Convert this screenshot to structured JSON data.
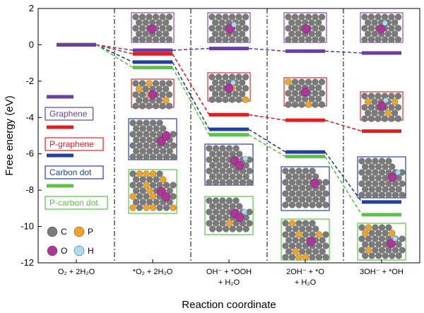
{
  "chart_data": {
    "type": "line",
    "xlabel": "Reaction coordinate",
    "ylabel": "Free energy (eV)",
    "ylim": [
      -12,
      2
    ],
    "yticks": [
      "2",
      "0",
      "-2",
      "-4",
      "-6",
      "-8",
      "-10",
      "-12"
    ],
    "ytick_values": [
      2,
      0,
      -2,
      -4,
      -6,
      -8,
      -10,
      -12
    ],
    "categories": [
      {
        "lines": [
          "O₂ + 2H₂O"
        ]
      },
      {
        "lines": [
          "*O₂ + 2H₂O"
        ]
      },
      {
        "lines": [
          "OH⁻ + *OOH",
          "+ H₂O"
        ]
      },
      {
        "lines": [
          "2OH⁻ + *O",
          "+ H₂O"
        ]
      },
      {
        "lines": [
          "3OH⁻ + *OH"
        ]
      }
    ],
    "series": [
      {
        "name": "Graphene",
        "color": "#6b3fa0",
        "values": [
          0,
          -0.3,
          -0.2,
          -0.35,
          -0.45
        ]
      },
      {
        "name": "P-graphene",
        "color": "#e02020",
        "values": [
          0,
          -0.5,
          -3.85,
          -4.15,
          -4.75
        ]
      },
      {
        "name": "Carbon dot",
        "color": "#23419a",
        "values": [
          0,
          -0.95,
          -4.65,
          -5.9,
          -8.65
        ]
      },
      {
        "name": "P-carbon dot",
        "color": "#5cc24a",
        "values": [
          0,
          -1.25,
          -4.95,
          -6.15,
          -9.35
        ]
      }
    ],
    "atom_legend": [
      {
        "label": "C",
        "color": "#7a7a7a"
      },
      {
        "label": "P",
        "color": "#f2a320"
      },
      {
        "label": "O",
        "color": "#b0359a"
      },
      {
        "label": "H",
        "color": "#a8dcf0"
      }
    ]
  }
}
